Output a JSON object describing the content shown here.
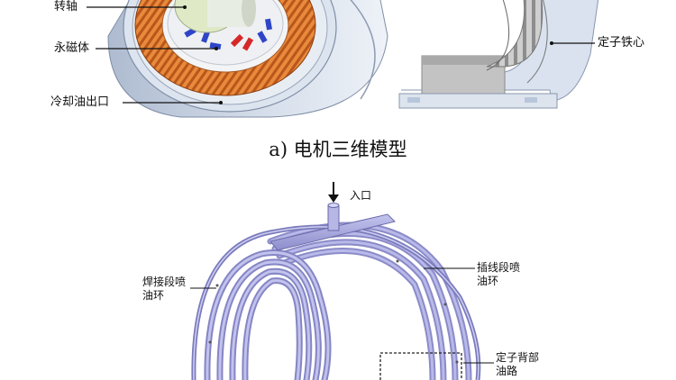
{
  "top_figure": {
    "labels": {
      "shaft": "转轴",
      "magnet": "永磁体",
      "oil_outlet": "冷却油出口",
      "stator_core": "定子铁心"
    },
    "caption": "a)  电机三维模型"
  },
  "bottom_figure": {
    "labels": {
      "inlet": "入口",
      "weld_ring": "焊接段喷油环",
      "insert_ring": "插线段喷油环",
      "back_path": "定子背部油路"
    }
  },
  "colors": {
    "winding": "#e07a2e",
    "housing": "#c9d4e4",
    "shaft": "#dfe9c6",
    "magnet_blue": "#2f45c8",
    "magnet_red": "#d62828",
    "core": "#b9b9b9",
    "oil_ring": "#a8a8df"
  }
}
